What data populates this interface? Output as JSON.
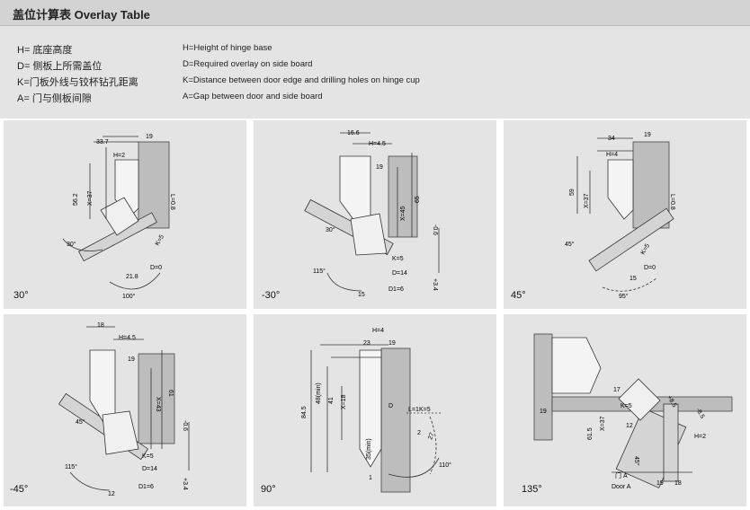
{
  "header": {
    "title": "盖位计算表  Overlay Table"
  },
  "definitions": [
    {
      "zh": "H= 底座高度",
      "en": "H=Height of hinge base"
    },
    {
      "zh": "D= 侧板上所需盖位",
      "en": "D=Required overlay on side board"
    },
    {
      "zh": "K=门板外线与铰杯钻孔距离",
      "en": "K=Distance between door edge and drilling holes on hinge cup"
    },
    {
      "zh": "A= 门与侧板间隙",
      "en": "A=Gap between door and side board"
    }
  ],
  "panels": [
    {
      "angle": "30°",
      "labels": {
        "a": "33.7",
        "b": "19",
        "c": "H=2",
        "d": "56.2",
        "e": "X=37",
        "f": "L=0.8",
        "g": "K=5",
        "h": "30°",
        "i": "D=0",
        "j": "21.8",
        "k": "100°"
      }
    },
    {
      "angle": "-30°",
      "labels": {
        "a": "16.6",
        "b": "H=4.5",
        "c": "19",
        "d": "65",
        "e": "X=45",
        "f": "-0.6",
        "g": "30°",
        "h": "K=5",
        "i": "D=14",
        "j": "115°",
        "k": "D1=6",
        "l": "15",
        "m": "+3.4"
      }
    },
    {
      "angle": "45°",
      "labels": {
        "a": "34",
        "b": "19",
        "c": "H=4",
        "d": "59",
        "e": "X=37",
        "f": "L=0.8",
        "g": "45°",
        "h": "K=5",
        "i": "D=0",
        "j": "15",
        "k": "95°"
      }
    },
    {
      "angle": "-45°",
      "labels": {
        "a": "18",
        "b": "H=4.5",
        "c": "19",
        "d": "61",
        "e": "X=43",
        "f": "-0.6",
        "g": "45°",
        "h": "K=5",
        "i": "D=14",
        "j": "115°",
        "k": "D1=6",
        "l": "12",
        "m": "+3.4"
      }
    },
    {
      "angle": "90°",
      "labels": {
        "a": "H=4",
        "b": "23",
        "c": "19",
        "d": "84.5",
        "e": "48(min)",
        "f": "41",
        "g": "X=18",
        "h": "D",
        "i": "L=1",
        "j": "K=5",
        "k": "2",
        "l": "27",
        "m": "35(min)",
        "n": "110°",
        "o": "1"
      }
    },
    {
      "angle": "135°",
      "labels": {
        "a": "17",
        "b": "K=5",
        "c": "12",
        "d": "X=37",
        "e": "61.5",
        "f": "45°",
        "g": "19",
        "h": "+8.5",
        "i": "-8.5",
        "j": "H=2",
        "k": "门 A",
        "l": "Door A",
        "m": "19",
        "n": "18"
      }
    }
  ]
}
